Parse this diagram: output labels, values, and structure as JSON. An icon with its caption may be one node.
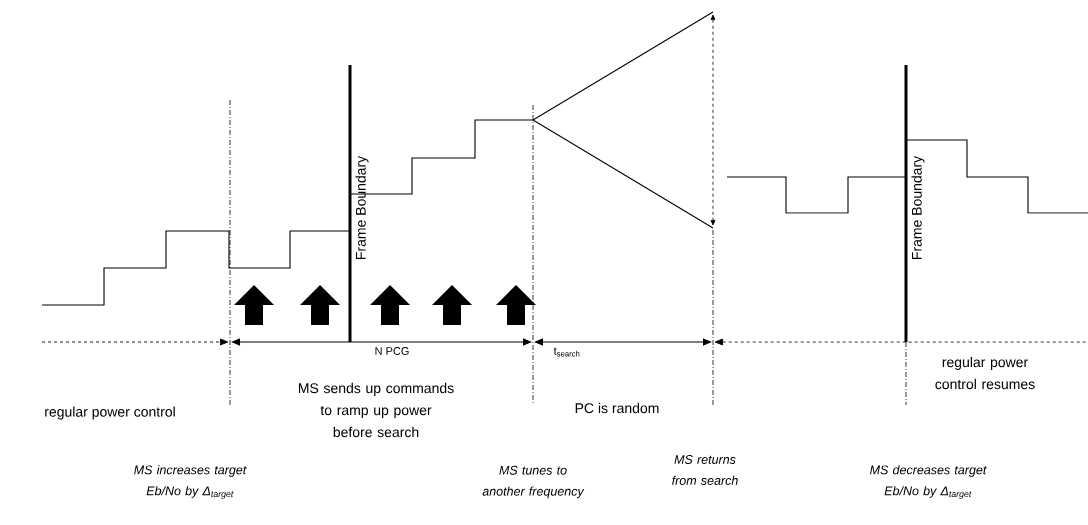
{
  "diagram": {
    "labels": [
      "Frame Boundary",
      "Frame Boundary",
      "N PCG",
      "t$_{search}$",
      "MS sends up commands to ramp up power before search",
      "regular power control",
      "PC is random",
      "regular power control resumes",
      "MS increases target Eb/No by Δ$_{target}$",
      "MS tunes to another frequency",
      "MS returns from search",
      "MS decreases target Eb/No by Δ$_{target}$"
    ]
  }
}
